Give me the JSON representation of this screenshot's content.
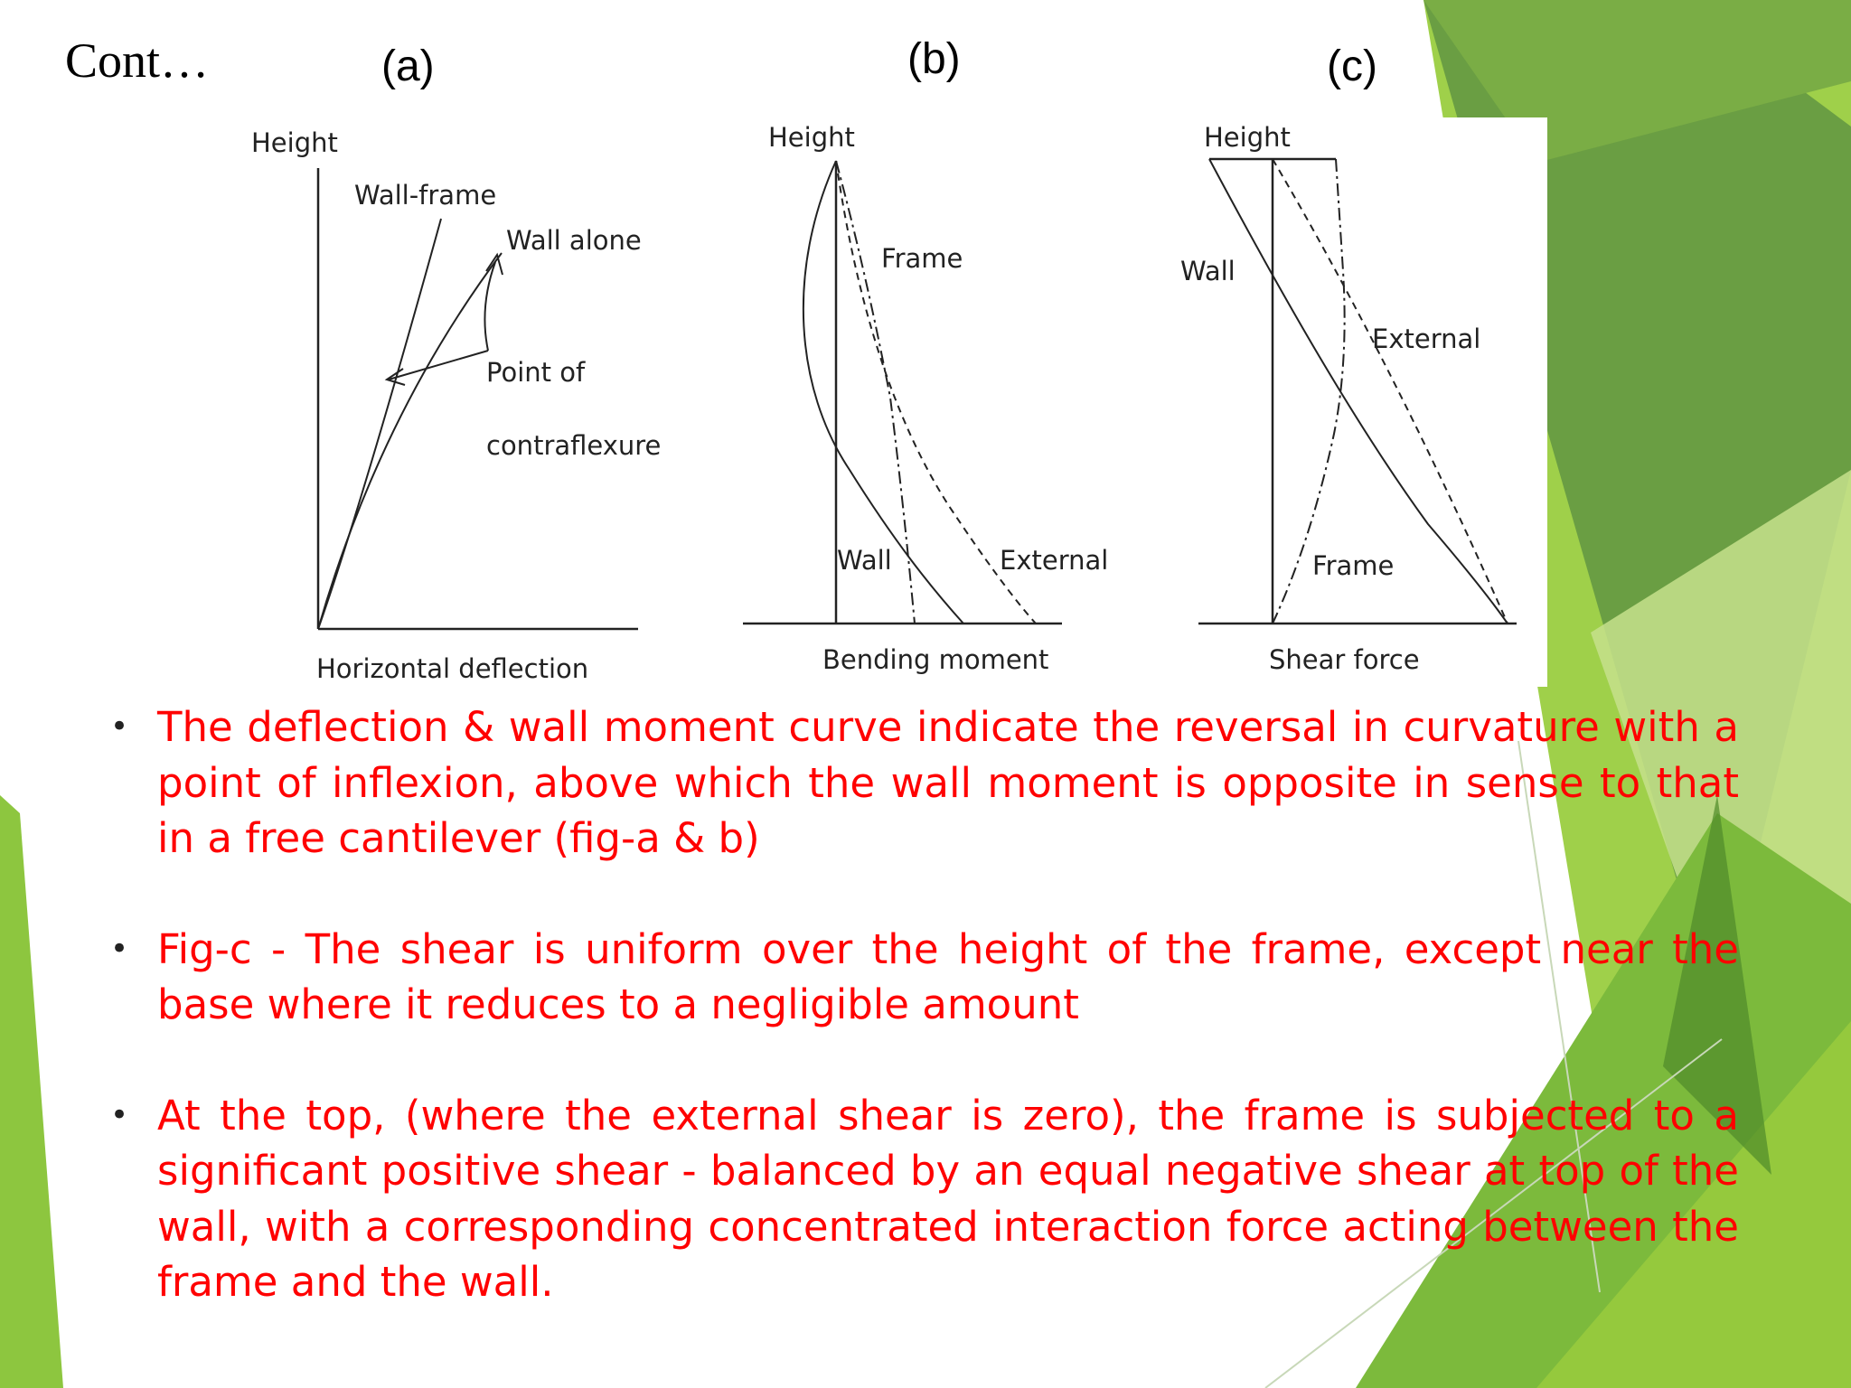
{
  "slide": {
    "title": "Cont…",
    "figure_labels": {
      "a": "(a)",
      "b": "(b)",
      "c": "(c)"
    }
  },
  "figures": {
    "a": {
      "y_axis": "Height",
      "x_axis": "Horizontal deflection",
      "curve_wall_frame": "Wall-frame",
      "curve_wall_alone": "Wall alone",
      "annotation_line1": "Point of",
      "annotation_line2": "contraflexure"
    },
    "b": {
      "y_axis": "Height",
      "x_axis": "Bending moment",
      "curve_frame": "Frame",
      "curve_wall": "Wall",
      "curve_external": "External"
    },
    "c": {
      "y_axis": "Height",
      "x_axis": "Shear force",
      "curve_wall": "Wall",
      "curve_external": "External",
      "curve_frame": "Frame"
    }
  },
  "bullets": [
    "The deflection & wall moment curve indicate the reversal in curvature with a point of inflexion, above which the wall moment is opposite in sense to that in a free cantilever (fig-a & b)",
    "Fig-c - The shear is uniform over the height of the frame, except near the base where it reduces to a negligible amount",
    "At the top, (where the external shear is zero), the frame is subjected to a significant positive shear - balanced by an equal negative shear at top of the wall, with a corresponding concentrated interaction force acting between the frame and the wall."
  ],
  "theme": {
    "text_color": "#ff0000",
    "accent_dark_green": "#5b9632",
    "accent_light_green": "#92c83e",
    "accent_pale_green": "#c5e08c"
  }
}
